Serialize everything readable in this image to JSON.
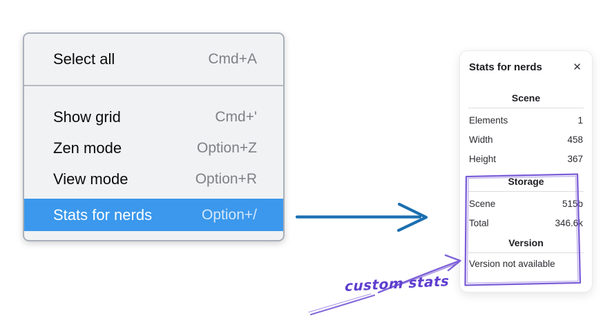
{
  "context_menu": {
    "items": [
      {
        "label": "Select all",
        "shortcut": "Cmd+A",
        "selected": false
      },
      {
        "label": "Show grid",
        "shortcut": "Cmd+'",
        "selected": false
      },
      {
        "label": "Zen mode",
        "shortcut": "Option+Z",
        "selected": false
      },
      {
        "label": "View mode",
        "shortcut": "Option+R",
        "selected": false
      },
      {
        "label": "Stats for nerds",
        "shortcut": "Option+/",
        "selected": true
      }
    ]
  },
  "stats_panel": {
    "title": "Stats for nerds",
    "close_icon_glyph": "✕",
    "sections": [
      {
        "heading": "Scene",
        "rows": [
          {
            "label": "Elements",
            "value": "1"
          },
          {
            "label": "Width",
            "value": "458"
          },
          {
            "label": "Height",
            "value": "367"
          }
        ]
      },
      {
        "heading": "Storage",
        "rows": [
          {
            "label": "Scene",
            "value": "515b"
          },
          {
            "label": "Total",
            "value": "346.6k"
          }
        ]
      },
      {
        "heading": "Version",
        "note": "Version not available"
      }
    ]
  },
  "annotation": {
    "label": "custom stats"
  },
  "colors": {
    "menu_highlight": "#3b98ec",
    "menu_background": "#f1f2f3",
    "flow_arrow_blue": "#1b6fb0",
    "annotation_purple": "#7a5cd6",
    "annotation_text_purple": "#5e3ecf"
  }
}
